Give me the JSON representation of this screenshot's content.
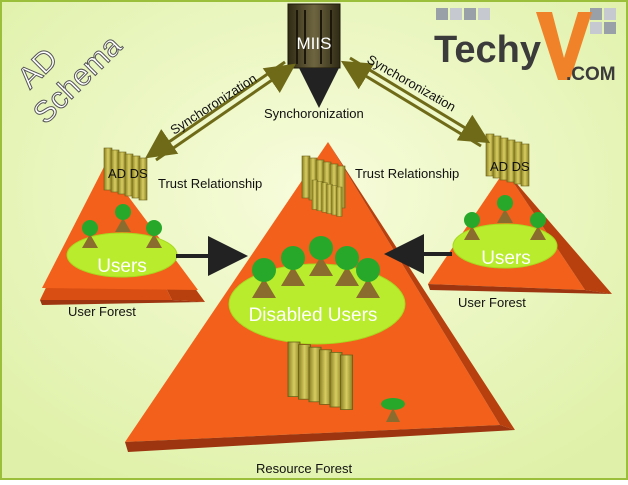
{
  "branding": {
    "corner_title_line1": "AD",
    "corner_title_line2": "Schema",
    "logo_text": "Techy",
    "logo_suffix": ".COM"
  },
  "nodes": {
    "miis": "MIIS",
    "ad_ds_left": "AD DS",
    "ad_ds_right": "AD DS",
    "users_left": "Users",
    "users_right": "Users",
    "disabled_users": "Disabled Users"
  },
  "labels": {
    "sync_left": "Synchoronization",
    "sync_right": "Synchoronization",
    "sync_center": "Synchoronization",
    "trust_left": "Trust Relationship",
    "trust_right": "Trust Relationship",
    "user_forest_left": "User Forest",
    "user_forest_right": "User Forest",
    "resource_forest": "Resource Forest"
  },
  "colors": {
    "background": "#edf8c6",
    "forest_orange": "#f2601c",
    "user_ellipse": "#b8ec2c",
    "person_green": "#27a82b",
    "person_body": "#8a6d2e",
    "server": "#b9ad3c",
    "arrow_olive": "#7f7a1f"
  }
}
